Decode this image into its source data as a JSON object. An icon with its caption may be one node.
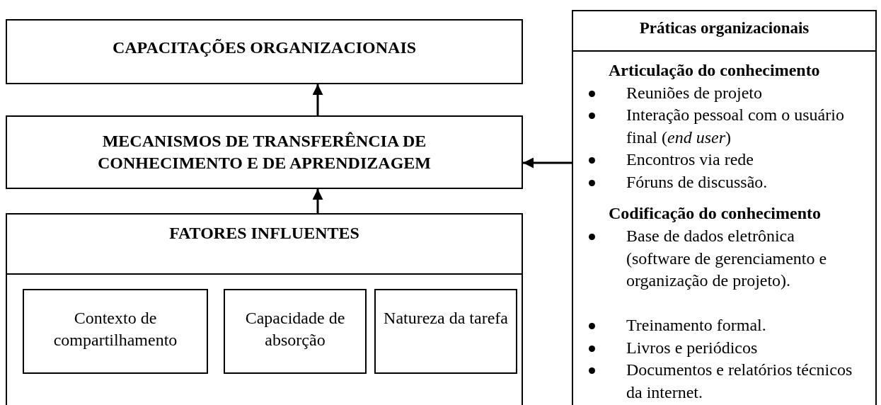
{
  "diagram": {
    "nodes": [
      {
        "text": [
          "CAPACITAÇÕES ORGANIZACIONAIS"
        ]
      },
      {
        "text": [
          "MECANISMOS DE TRANSFERÊNCIA DE CONHECIMENTO E DE APRENDIZAGEM"
        ]
      },
      {
        "text": [
          "FATORES INFLUENTES"
        ]
      },
      {
        "text": [
          "Contexto de compartilhamento"
        ],
        "in": 2
      },
      {
        "text": [
          "Capacidade de absorção"
        ],
        "in": 2
      },
      {
        "text": [
          "Natureza da tarefa"
        ],
        "in": 2
      },
      {
        "text": [
          "Práticas organizacionais",
          "Articulação do conhecimento",
          "Reuniões de projeto",
          "Interação pessoal com o usuário final (*end user*)",
          "Encontros via rede",
          "Fóruns de discussão.",
          "Codificação do conhecimento",
          "Base de dados eletrônica (software de gerenciamento e organização de projeto).",
          "Treinamento formal.",
          "Livros e periódicos",
          "Documentos e relatórios técnicos da internet."
        ]
      }
    ],
    "edges": [
      {
        "from": 1,
        "to": 0,
        "arrow": "to"
      },
      {
        "from": 2,
        "to": 1,
        "arrow": "to"
      },
      {
        "from": 6,
        "to": 1,
        "arrow": "to"
      }
    ]
  }
}
